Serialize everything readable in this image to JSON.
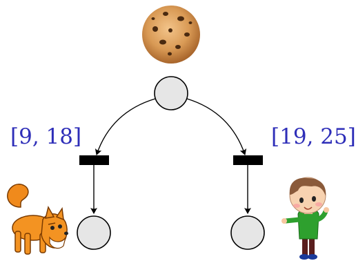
{
  "diagram": {
    "type": "petri-net",
    "places": [
      {
        "id": "p0",
        "role": "source",
        "icon": "cookie-icon"
      },
      {
        "id": "p1",
        "role": "left-target",
        "icon": "fox-icon"
      },
      {
        "id": "p2",
        "role": "right-target",
        "icon": "child-icon"
      }
    ],
    "transitions": [
      {
        "id": "t1",
        "interval": "[9, 18]"
      },
      {
        "id": "t2",
        "interval": "[19, 25]"
      }
    ],
    "colors": {
      "place_fill": "#e6e6e6",
      "edge": "#000000",
      "transition": "#000000",
      "interval_text": "#2e2eb8"
    }
  }
}
